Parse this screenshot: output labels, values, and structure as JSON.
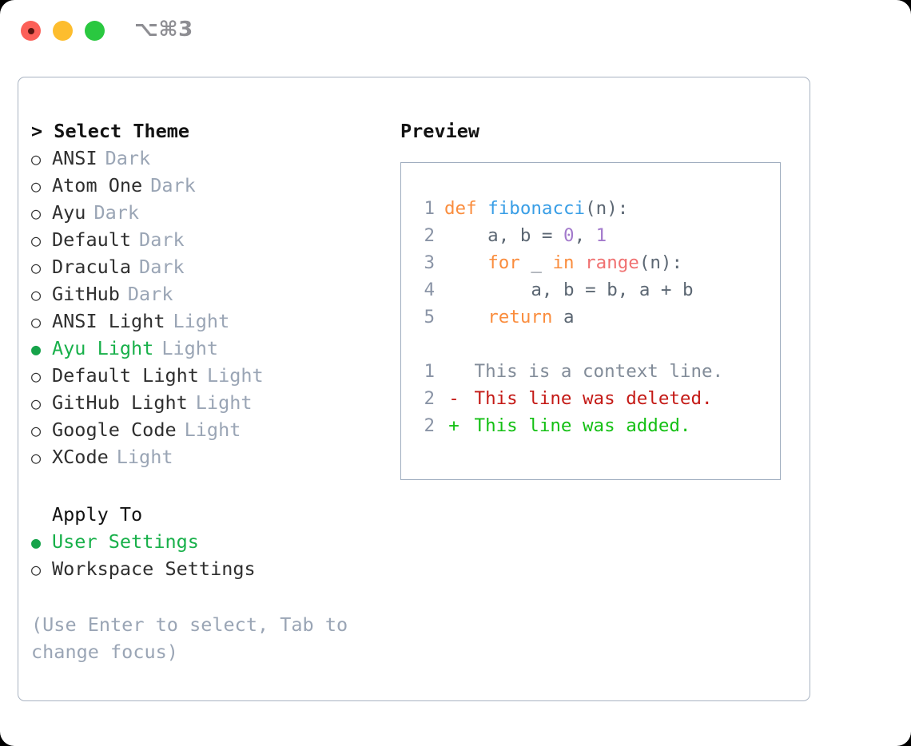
{
  "window": {
    "shortcut_label": "⌥⌘3",
    "traffic_lights": [
      "close",
      "minimize",
      "maximize"
    ]
  },
  "theme_picker": {
    "header": "> Select Theme",
    "themes": [
      {
        "marker": "○",
        "name": "ANSI",
        "tag": "Dark",
        "selected": false
      },
      {
        "marker": "○",
        "name": "Atom One",
        "tag": "Dark",
        "selected": false
      },
      {
        "marker": "○",
        "name": "Ayu",
        "tag": "Dark",
        "selected": false
      },
      {
        "marker": "○",
        "name": "Default",
        "tag": "Dark",
        "selected": false
      },
      {
        "marker": "○",
        "name": "Dracula",
        "tag": "Dark",
        "selected": false
      },
      {
        "marker": "○",
        "name": "GitHub",
        "tag": "Dark",
        "selected": false
      },
      {
        "marker": "○",
        "name": "ANSI Light",
        "tag": "Light",
        "selected": false
      },
      {
        "marker": "●",
        "name": "Ayu Light",
        "tag": "Light",
        "selected": true
      },
      {
        "marker": "○",
        "name": "Default Light",
        "tag": "Light",
        "selected": false
      },
      {
        "marker": "○",
        "name": "GitHub Light",
        "tag": "Light",
        "selected": false
      },
      {
        "marker": "○",
        "name": "Google Code",
        "tag": "Light",
        "selected": false
      },
      {
        "marker": "○",
        "name": "XCode",
        "tag": "Light",
        "selected": false
      }
    ],
    "apply_to": {
      "title": "Apply To",
      "options": [
        {
          "marker": "●",
          "label": "User Settings",
          "selected": true
        },
        {
          "marker": "○",
          "label": "Workspace Settings",
          "selected": false
        }
      ]
    },
    "hint": "(Use Enter to select, Tab to change focus)"
  },
  "preview": {
    "title": "Preview",
    "code_lines": [
      {
        "number": "1",
        "tokens": [
          {
            "text": "def ",
            "type": "kw"
          },
          {
            "text": "fibonacci",
            "type": "fn"
          },
          {
            "text": "(n):",
            "type": "punc"
          }
        ]
      },
      {
        "number": "2",
        "tokens": [
          {
            "text": "    a, b = ",
            "type": "var"
          },
          {
            "text": "0",
            "type": "num"
          },
          {
            "text": ", ",
            "type": "punc"
          },
          {
            "text": "1",
            "type": "num"
          }
        ]
      },
      {
        "number": "3",
        "tokens": [
          {
            "text": "    ",
            "type": "var"
          },
          {
            "text": "for",
            "type": "kw"
          },
          {
            "text": " _ ",
            "type": "var"
          },
          {
            "text": "in",
            "type": "kw"
          },
          {
            "text": " ",
            "type": "var"
          },
          {
            "text": "range",
            "type": "bi"
          },
          {
            "text": "(n):",
            "type": "punc"
          }
        ]
      },
      {
        "number": "4",
        "tokens": [
          {
            "text": "        a, b = b, a + b",
            "type": "var"
          }
        ]
      },
      {
        "number": "5",
        "tokens": [
          {
            "text": "    ",
            "type": "var"
          },
          {
            "text": "return",
            "type": "kw"
          },
          {
            "text": " a",
            "type": "var"
          }
        ]
      }
    ],
    "diff_lines": [
      {
        "number": "1",
        "sign": " ",
        "text": " This is a context line.",
        "kind": "ctx"
      },
      {
        "number": "2",
        "sign": "-",
        "text": " This line was deleted.",
        "kind": "del"
      },
      {
        "number": "2",
        "sign": "+",
        "text": " This line was added.",
        "kind": "add"
      }
    ]
  },
  "colors": {
    "accent_green": "#18b04a",
    "muted": "#9aa5b5",
    "keyword": "#fa8d3e",
    "function": "#399ee6",
    "number": "#a37acc",
    "builtin": "#f07171",
    "diff_add": "#14c014",
    "diff_del": "#c41a16",
    "border": "#a0aec0"
  }
}
